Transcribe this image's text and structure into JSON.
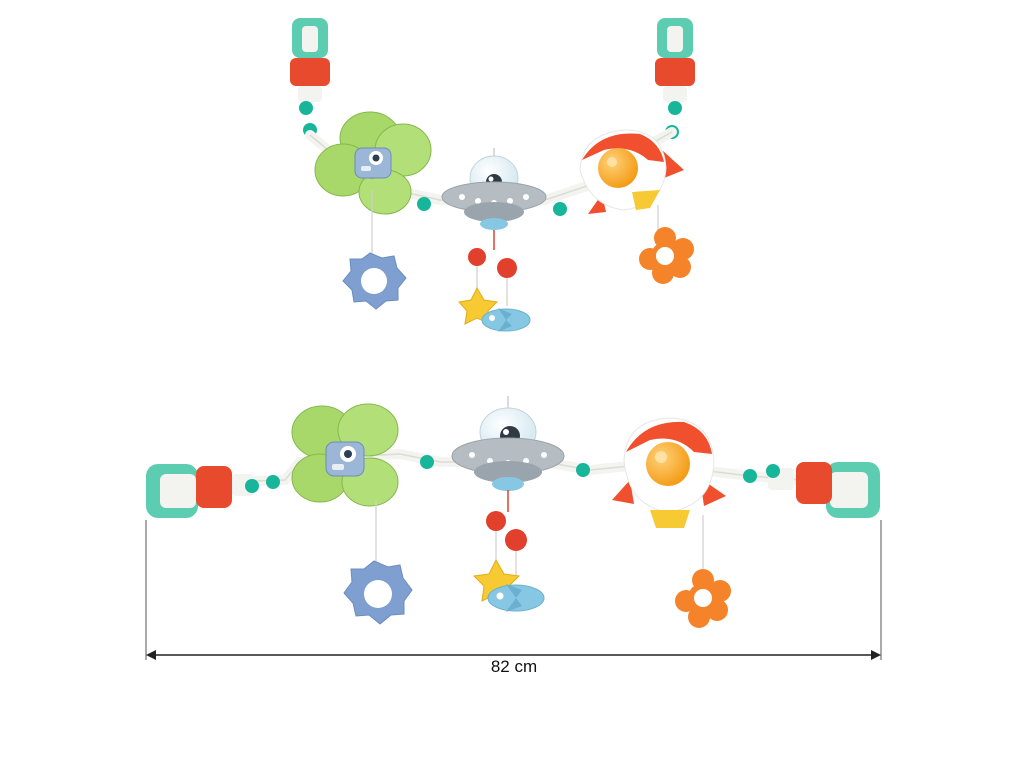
{
  "product": {
    "views": [
      "arched-view",
      "flat-view"
    ],
    "measurement": {
      "label": "82 cm"
    }
  },
  "colors": {
    "clip_teal": "#5ccdb0",
    "clip_red": "#e84a2e",
    "bar_white": "#f3f3f0",
    "bead_teal": "#17b59a",
    "flower_green": "#a8d86a",
    "ufo_grey": "#b5bcc2",
    "rocket_red": "#f0502e",
    "rocket_orange": "#f7a21b",
    "ring_blue": "#7f9fd0",
    "ring_orange": "#f5832a",
    "ball_red": "#e1402c",
    "star_yellow": "#f7c933",
    "plane_blue": "#86c7e3"
  }
}
